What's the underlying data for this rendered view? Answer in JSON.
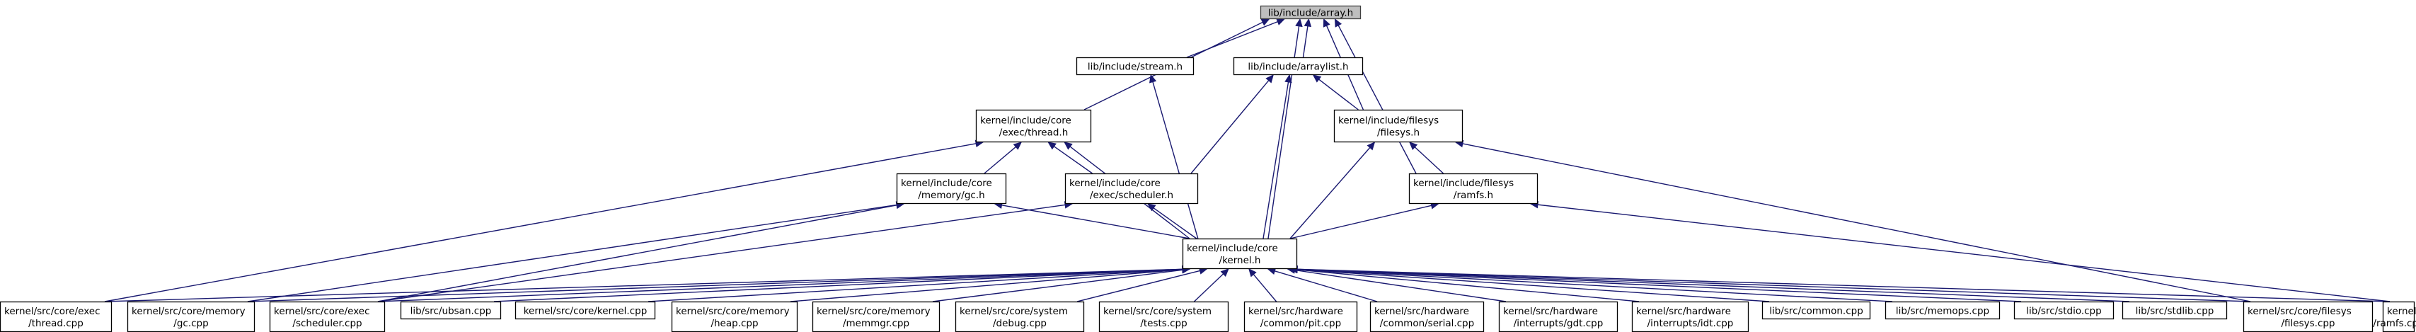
{
  "diagram": {
    "title": "",
    "colors": {
      "edge": "#191970",
      "root_fill": "#bfbfbf",
      "node_fill": "#ffffff",
      "node_stroke": "#000000"
    },
    "nodes": [
      {
        "id": "array_h",
        "lines": [
          "lib/include/array.h"
        ]
      },
      {
        "id": "stream_h",
        "lines": [
          "lib/include/stream.h"
        ]
      },
      {
        "id": "arraylist_h",
        "lines": [
          "lib/include/arraylist.h"
        ]
      },
      {
        "id": "thread_h",
        "lines": [
          "kernel/include/core",
          "/exec/thread.h"
        ]
      },
      {
        "id": "filesys_h",
        "lines": [
          "kernel/include/filesys",
          "/filesys.h"
        ]
      },
      {
        "id": "gc_h",
        "lines": [
          "kernel/include/core",
          "/memory/gc.h"
        ]
      },
      {
        "id": "scheduler_h",
        "lines": [
          "kernel/include/core",
          "/exec/scheduler.h"
        ]
      },
      {
        "id": "ramfs_h",
        "lines": [
          "kernel/include/filesys",
          "/ramfs.h"
        ]
      },
      {
        "id": "kernel_h",
        "lines": [
          "kernel/include/core",
          "/kernel.h"
        ]
      },
      {
        "id": "thread_cpp",
        "lines": [
          "kernel/src/core/exec",
          "/thread.cpp"
        ]
      },
      {
        "id": "gc_cpp",
        "lines": [
          "kernel/src/core/memory",
          "/gc.cpp"
        ]
      },
      {
        "id": "scheduler_cpp",
        "lines": [
          "kernel/src/core/exec",
          "/scheduler.cpp"
        ]
      },
      {
        "id": "ubsan_cpp",
        "lines": [
          "lib/src/ubsan.cpp"
        ]
      },
      {
        "id": "kernel_cpp",
        "lines": [
          "kernel/src/core/kernel.cpp"
        ]
      },
      {
        "id": "heap_cpp",
        "lines": [
          "kernel/src/core/memory",
          "/heap.cpp"
        ]
      },
      {
        "id": "memmgr_cpp",
        "lines": [
          "kernel/src/core/memory",
          "/memmgr.cpp"
        ]
      },
      {
        "id": "debug_cpp",
        "lines": [
          "kernel/src/core/system",
          "/debug.cpp"
        ]
      },
      {
        "id": "tests_cpp",
        "lines": [
          "kernel/src/core/system",
          "/tests.cpp"
        ]
      },
      {
        "id": "pit_cpp",
        "lines": [
          "kernel/src/hardware",
          "/common/pit.cpp"
        ]
      },
      {
        "id": "serial_cpp",
        "lines": [
          "kernel/src/hardware",
          "/common/serial.cpp"
        ]
      },
      {
        "id": "gdt_cpp",
        "lines": [
          "kernel/src/hardware",
          "/interrupts/gdt.cpp"
        ]
      },
      {
        "id": "idt_cpp",
        "lines": [
          "kernel/src/hardware",
          "/interrupts/idt.cpp"
        ]
      },
      {
        "id": "common_cpp",
        "lines": [
          "lib/src/common.cpp"
        ]
      },
      {
        "id": "memops_cpp",
        "lines": [
          "lib/src/memops.cpp"
        ]
      },
      {
        "id": "stdio_cpp",
        "lines": [
          "lib/src/stdio.cpp"
        ]
      },
      {
        "id": "stdlib_cpp",
        "lines": [
          "lib/src/stdlib.cpp"
        ]
      },
      {
        "id": "filesys_cpp",
        "lines": [
          "kernel/src/core/filesys",
          "/filesys.cpp"
        ]
      },
      {
        "id": "ramfs_cpp",
        "lines": [
          "kernel/src/core/filesys",
          "/ramfs.cpp"
        ]
      }
    ],
    "edges": [
      [
        "stream_h",
        "array_h"
      ],
      [
        "arraylist_h",
        "array_h"
      ],
      [
        "thread_h",
        "array_h"
      ],
      [
        "filesys_h",
        "array_h"
      ],
      [
        "ramfs_h",
        "array_h"
      ],
      [
        "kernel_h",
        "array_h"
      ],
      [
        "kernel_h",
        "stream_h"
      ],
      [
        "filesys_h",
        "arraylist_h"
      ],
      [
        "scheduler_h",
        "arraylist_h"
      ],
      [
        "kernel_h",
        "arraylist_h"
      ],
      [
        "gc_h",
        "thread_h"
      ],
      [
        "scheduler_h",
        "thread_h"
      ],
      [
        "kernel_h",
        "thread_h"
      ],
      [
        "thread_cpp",
        "thread_h"
      ],
      [
        "ramfs_h",
        "filesys_h"
      ],
      [
        "kernel_h",
        "filesys_h"
      ],
      [
        "filesys_cpp",
        "filesys_h"
      ],
      [
        "kernel_h",
        "gc_h"
      ],
      [
        "gc_cpp",
        "gc_h"
      ],
      [
        "scheduler_cpp",
        "gc_h"
      ],
      [
        "kernel_h",
        "scheduler_h"
      ],
      [
        "scheduler_cpp",
        "scheduler_h"
      ],
      [
        "kernel_h",
        "ramfs_h"
      ],
      [
        "ramfs_cpp",
        "ramfs_h"
      ],
      [
        "thread_cpp",
        "kernel_h"
      ],
      [
        "gc_cpp",
        "kernel_h"
      ],
      [
        "scheduler_cpp",
        "kernel_h"
      ],
      [
        "ubsan_cpp",
        "kernel_h"
      ],
      [
        "kernel_cpp",
        "kernel_h"
      ],
      [
        "heap_cpp",
        "kernel_h"
      ],
      [
        "memmgr_cpp",
        "kernel_h"
      ],
      [
        "debug_cpp",
        "kernel_h"
      ],
      [
        "tests_cpp",
        "kernel_h"
      ],
      [
        "pit_cpp",
        "kernel_h"
      ],
      [
        "serial_cpp",
        "kernel_h"
      ],
      [
        "gdt_cpp",
        "kernel_h"
      ],
      [
        "idt_cpp",
        "kernel_h"
      ],
      [
        "common_cpp",
        "kernel_h"
      ],
      [
        "memops_cpp",
        "kernel_h"
      ],
      [
        "stdio_cpp",
        "kernel_h"
      ],
      [
        "stdlib_cpp",
        "kernel_h"
      ],
      [
        "filesys_cpp",
        "kernel_h"
      ],
      [
        "ramfs_cpp",
        "kernel_h"
      ]
    ]
  }
}
